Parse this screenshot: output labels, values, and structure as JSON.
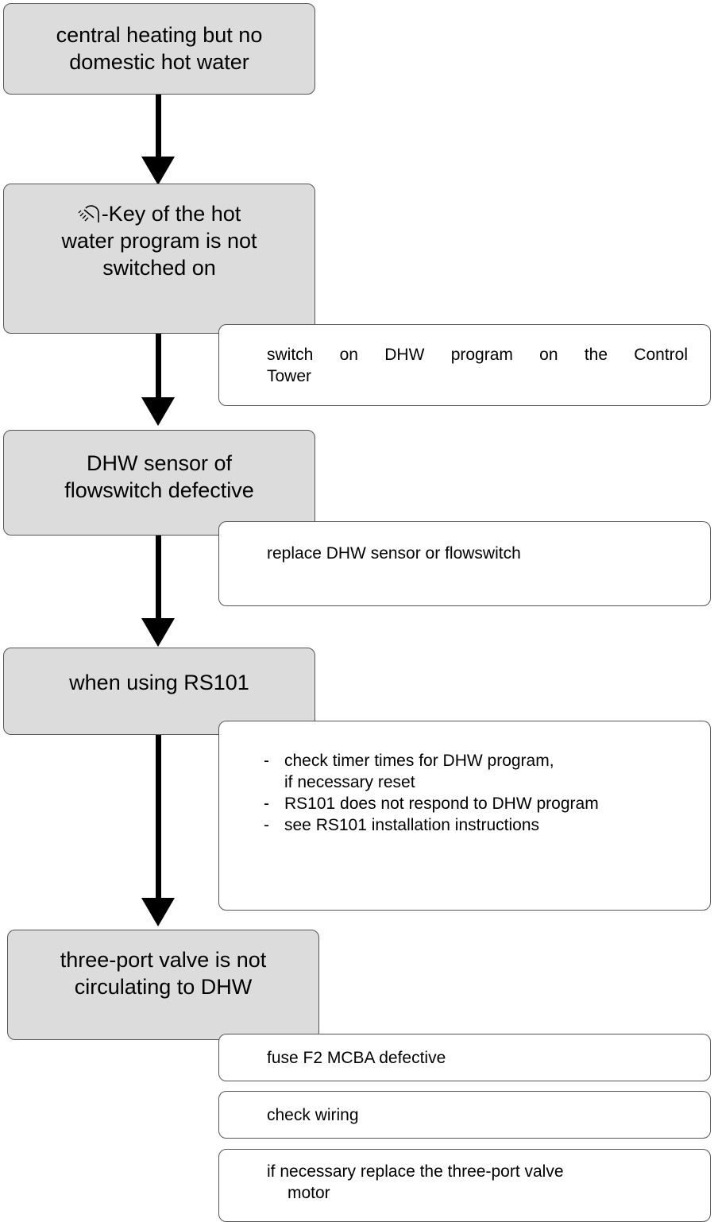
{
  "boxes": {
    "start": {
      "lines": [
        "central heating but no",
        "domestic hot water"
      ]
    },
    "key": {
      "lines_after_icon": [
        "-Key of the hot",
        "water program is not",
        "switched on"
      ],
      "icon": "shower-icon"
    },
    "sensor": {
      "lines": [
        "DHW sensor of",
        "flowswitch defective"
      ]
    },
    "rs101": {
      "lines": [
        "when using RS101"
      ]
    },
    "valve": {
      "lines": [
        "three-port valve is not",
        "circulating to DHW"
      ]
    }
  },
  "actions": {
    "dhw_program": [
      "switch on DHW program on the Control",
      "Tower"
    ],
    "replace_sensor": "replace DHW sensor or flowswitch",
    "rs101_items": [
      {
        "lines": [
          "check timer times for DHW program,",
          "if necessary reset"
        ]
      },
      {
        "lines": [
          "RS101 does not respond to DHW program"
        ]
      },
      {
        "lines": [
          "see RS101 installation instructions"
        ]
      }
    ],
    "bullet_mark": "-",
    "fuse": "fuse F2 MCBA defective",
    "wiring": "check wiring",
    "valve_motor": [
      "if necessary replace the three-port valve",
      "motor"
    ]
  }
}
